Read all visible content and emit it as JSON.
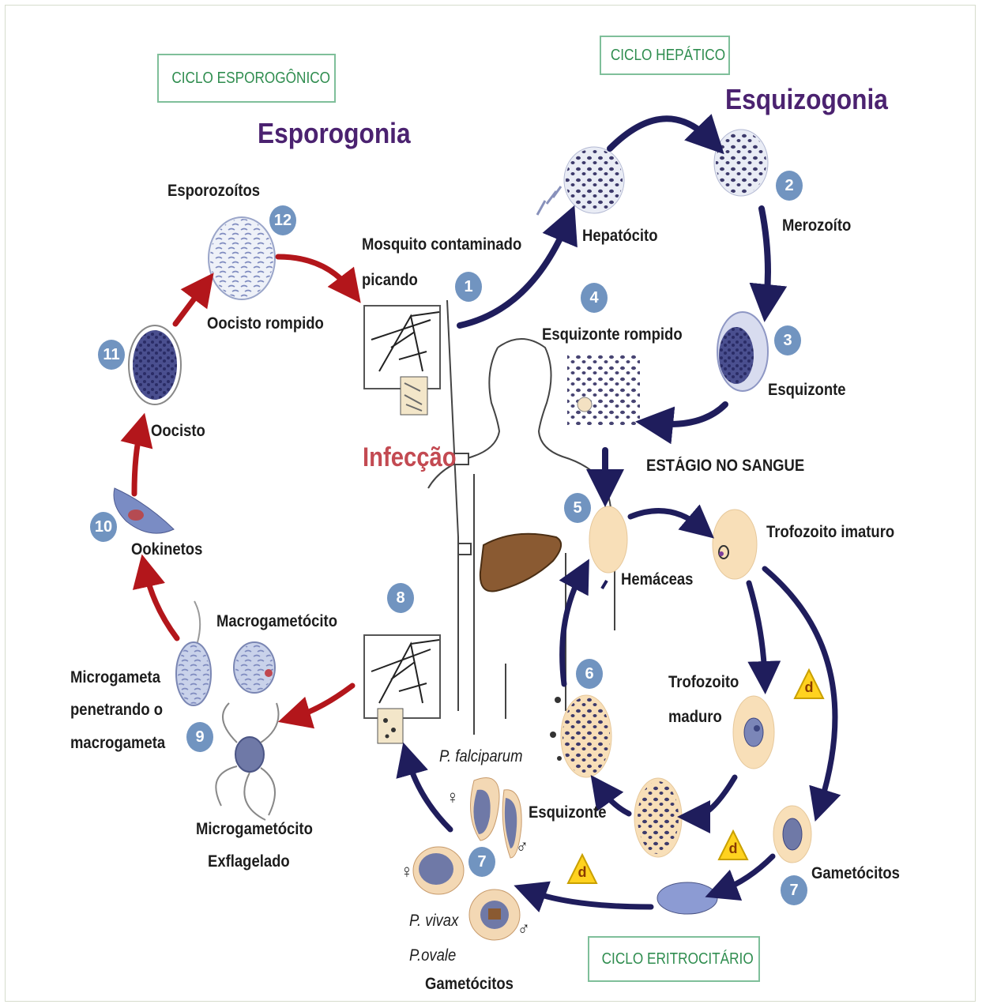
{
  "boxes": {
    "sporogonic": "CICLO ESPOROGÔNICO",
    "hepatic": "CICLO HEPÁTICO",
    "erythrocytic": "CICLO ERITROCITÁRIO"
  },
  "headings": {
    "sporogony": "Esporogonia",
    "schizogony": "Esquizogonia",
    "infection": "Infecção",
    "blood_stage": "ESTÁGIO NO SANGUE"
  },
  "labels": {
    "sporozoites": "Esporozoítos",
    "ruptured_oocyst": "Oocisto rompido",
    "oocyst": "Oocisto",
    "ookinetes": "Ookinetos",
    "microgamete_1": "Microgameta",
    "microgamete_2": "penetrando o",
    "microgamete_3": "macrogameta",
    "macrogametocyte": "Macrogametócito",
    "microgametocyte_1": "Microgametócito",
    "microgametocyte_2": "Exflagelado",
    "mosquito_1": "Mosquito contaminado",
    "mosquito_2": "picando",
    "hepatocyte": "Hepatócito",
    "merozoite": "Merozoíto",
    "schizont": "Esquizonte",
    "ruptured_schizont": "Esquizonte rompido",
    "immature_trophozoite": "Trofozoito imaturo",
    "red_cells": "Hemáceas",
    "mature_trophozoite_1": "Trofozoito",
    "mature_trophozoite_2": "maduro",
    "schizont_blood": "Esquizonte",
    "gametocytes": "Gametócitos",
    "falciparum": "P. falciparum",
    "vivax": "P. vivax",
    "ovale": "P.ovale",
    "gametocytes_bottom": "Gametócitos"
  },
  "steps": [
    "1",
    "2",
    "3",
    "4",
    "5",
    "6",
    "7",
    "7",
    "8",
    "9",
    "10",
    "11",
    "12"
  ],
  "markers": {
    "d": "d",
    "female": "♀",
    "male": "♂"
  },
  "colors": {
    "heading_purple": "#4b2270",
    "infection_red": "#c34a52",
    "box_green": "#2f8d4f",
    "step_blue": "#7194c0",
    "arrow_navy": "#1f1d5c",
    "arrow_red": "#b3161b",
    "cell_peach": "#f8dfb8",
    "liver_brown": "#8a5a32",
    "warning_yellow": "#ffd21f"
  }
}
